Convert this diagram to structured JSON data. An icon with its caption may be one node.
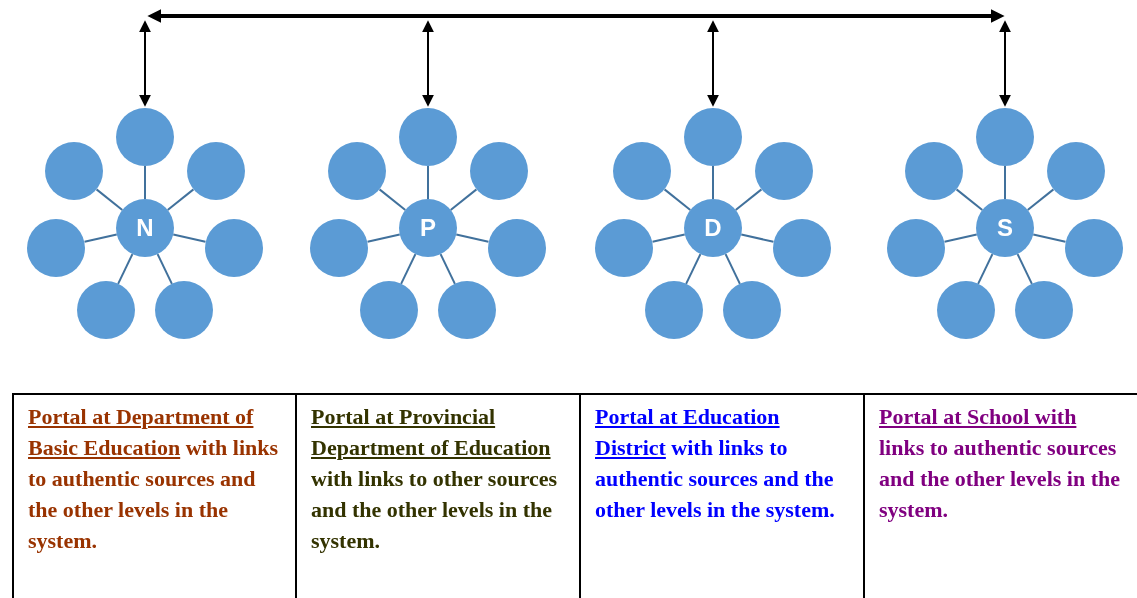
{
  "diagram": {
    "nodes": [
      {
        "text": [],
        "shape": "bar"
      },
      {
        "text": [
          "N"
        ]
      },
      {
        "text": [],
        "shape": "circle"
      },
      {
        "text": [],
        "shape": "circle"
      },
      {
        "text": [],
        "shape": "circle"
      },
      {
        "text": [],
        "shape": "circle"
      },
      {
        "text": [],
        "shape": "circle"
      },
      {
        "text": [],
        "shape": "circle"
      },
      {
        "text": [],
        "shape": "circle"
      },
      {
        "text": [
          "P"
        ]
      },
      {
        "text": [],
        "shape": "circle"
      },
      {
        "text": [],
        "shape": "circle"
      },
      {
        "text": [],
        "shape": "circle"
      },
      {
        "text": [],
        "shape": "circle"
      },
      {
        "text": [],
        "shape": "circle"
      },
      {
        "text": [],
        "shape": "circle"
      },
      {
        "text": [],
        "shape": "circle"
      },
      {
        "text": [
          "D"
        ]
      },
      {
        "text": [],
        "shape": "circle"
      },
      {
        "text": [],
        "shape": "circle"
      },
      {
        "text": [],
        "shape": "circle"
      },
      {
        "text": [],
        "shape": "circle"
      },
      {
        "text": [],
        "shape": "circle"
      },
      {
        "text": [],
        "shape": "circle"
      },
      {
        "text": [],
        "shape": "circle"
      },
      {
        "text": [
          "S"
        ]
      },
      {
        "text": [],
        "shape": "circle"
      },
      {
        "text": [],
        "shape": "circle"
      },
      {
        "text": [],
        "shape": "circle"
      },
      {
        "text": [],
        "shape": "circle"
      },
      {
        "text": [],
        "shape": "circle"
      },
      {
        "text": [],
        "shape": "circle"
      },
      {
        "text": [],
        "shape": "circle"
      }
    ],
    "edges": [
      {
        "from": 0,
        "to": 2,
        "arrow": "both",
        "color": "#000000"
      },
      {
        "from": 0,
        "to": 10,
        "arrow": "both",
        "color": "#000000"
      },
      {
        "from": 0,
        "to": 18,
        "arrow": "both",
        "color": "#000000"
      },
      {
        "from": 0,
        "to": 26,
        "arrow": "both",
        "color": "#000000"
      },
      {
        "from": 1,
        "to": 2,
        "arrow": "none"
      },
      {
        "from": 1,
        "to": 3,
        "arrow": "none"
      },
      {
        "from": 1,
        "to": 4,
        "arrow": "none"
      },
      {
        "from": 1,
        "to": 5,
        "arrow": "none"
      },
      {
        "from": 1,
        "to": 6,
        "arrow": "none"
      },
      {
        "from": 1,
        "to": 7,
        "arrow": "none"
      },
      {
        "from": 1,
        "to": 8,
        "arrow": "none"
      },
      {
        "from": 9,
        "to": 10,
        "arrow": "none"
      },
      {
        "from": 9,
        "to": 11,
        "arrow": "none"
      },
      {
        "from": 9,
        "to": 12,
        "arrow": "none"
      },
      {
        "from": 9,
        "to": 13,
        "arrow": "none"
      },
      {
        "from": 9,
        "to": 14,
        "arrow": "none"
      },
      {
        "from": 9,
        "to": 15,
        "arrow": "none"
      },
      {
        "from": 9,
        "to": 16,
        "arrow": "none"
      },
      {
        "from": 17,
        "to": 18,
        "arrow": "none"
      },
      {
        "from": 17,
        "to": 19,
        "arrow": "none"
      },
      {
        "from": 17,
        "to": 20,
        "arrow": "none"
      },
      {
        "from": 17,
        "to": 21,
        "arrow": "none"
      },
      {
        "from": 17,
        "to": 22,
        "arrow": "none"
      },
      {
        "from": 17,
        "to": 23,
        "arrow": "none"
      },
      {
        "from": 17,
        "to": 24,
        "arrow": "none"
      },
      {
        "from": 25,
        "to": 26,
        "arrow": "none"
      },
      {
        "from": 25,
        "to": 27,
        "arrow": "none"
      },
      {
        "from": 25,
        "to": 28,
        "arrow": "none"
      },
      {
        "from": 25,
        "to": 29,
        "arrow": "none"
      },
      {
        "from": 25,
        "to": 30,
        "arrow": "none"
      },
      {
        "from": 25,
        "to": 31,
        "arrow": "none"
      },
      {
        "from": 25,
        "to": 32,
        "arrow": "none"
      }
    ],
    "labels": [
      "Portal at Department of Basic Education",
      "with links to authentic sources and the other levels in the system.",
      "Portal at Provincial Department of Education",
      "with links to other sources and the other levels in the system.",
      "Portal at Education District",
      "with links to authentic sources and the other levels in the system.",
      "Portal at School with",
      "links to authentic sources and the other levels in the system."
    ]
  }
}
